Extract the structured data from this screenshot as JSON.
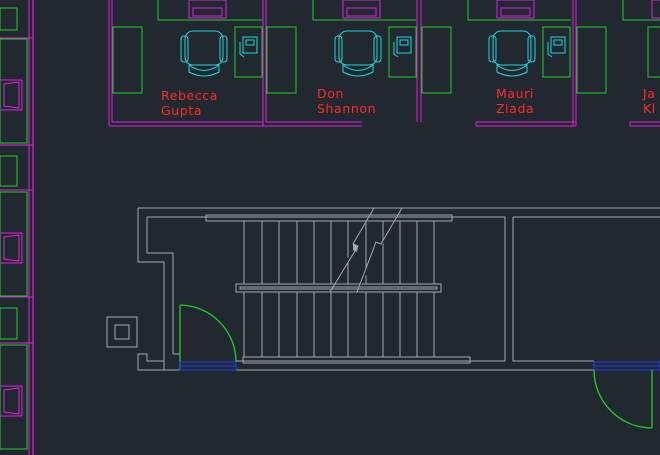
{
  "drawing": {
    "background": "#212830",
    "colors": {
      "walls": "#a8a8a8",
      "partitions": "#e020e0",
      "furniture": "#20d020",
      "chairs": "#20d8e0",
      "labels": "#ff2a2a",
      "thresholds": "#2040ff"
    },
    "occupants": [
      {
        "line1": "Rebecca",
        "line2": "Gupta"
      },
      {
        "line1": "Don",
        "line2": "Shannon"
      },
      {
        "line1": "Mauri",
        "line2": "Zlada"
      },
      {
        "line1": "Ja",
        "line2": "Kl"
      }
    ]
  }
}
